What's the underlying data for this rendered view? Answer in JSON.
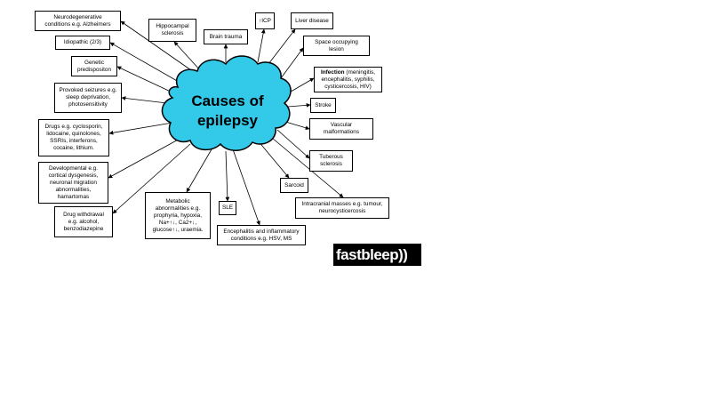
{
  "title_lines": [
    "Causes of",
    "epilepsy"
  ],
  "colors": {
    "cloud_fill": "#33c9e9",
    "cloud_stroke": "#000000",
    "arrow": "#000000"
  },
  "logo": {
    "text": "fastbleep))"
  },
  "causes": [
    {
      "id": "neuro",
      "lines": [
        "Neurodegenerative",
        "conditions e.g. Alzheimers"
      ]
    },
    {
      "id": "idio",
      "lines": [
        "Idiopathic (2/3)"
      ]
    },
    {
      "id": "genetic",
      "lines": [
        "Genetic",
        "predispositon"
      ]
    },
    {
      "id": "provoked",
      "lines": [
        "Provoked seizures e.g.",
        "sleep deprivation,",
        "photosensitivity"
      ]
    },
    {
      "id": "drugs",
      "lines": [
        "Drugs e.g. cyclosporin,",
        "lidocaine, quinolones,",
        "SSRIs, interferons,",
        "cocaine, lithium."
      ]
    },
    {
      "id": "dev",
      "lines": [
        "Developmental e.g.",
        "cortical dysgenesis,",
        "neuronal migration",
        "abnormalities,",
        "hamartomas"
      ]
    },
    {
      "id": "withdrawal",
      "lines": [
        "Drug withdrawal",
        "e.g. alcohol,",
        "benzodiazepine"
      ]
    },
    {
      "id": "metabolic",
      "lines": [
        "Metabolic",
        "abnormalities e.g.",
        "prophyria, hypoxia,",
        "Na+↑↓, Ca2+↓,",
        "glucose↑↓, uraemia."
      ]
    },
    {
      "id": "sle",
      "lines": [
        "SLE"
      ]
    },
    {
      "id": "enceph",
      "lines": [
        "Encephalitis and inflammatory",
        "conditions e.g. HSV, MS"
      ]
    },
    {
      "id": "hippo",
      "lines": [
        "Hippocampal",
        "sclerosis"
      ]
    },
    {
      "id": "trauma",
      "lines": [
        "Brain trauma"
      ]
    },
    {
      "id": "icp",
      "lines": [
        "↑ICP"
      ]
    },
    {
      "id": "liver",
      "lines": [
        "Liver disease"
      ]
    },
    {
      "id": "sol",
      "lines": [
        "Space occupying",
        "lesion"
      ]
    },
    {
      "id": "infection",
      "bold_prefix": "Infection",
      "lines": [
        " (meningitis,",
        "encephalitis, syphilis,",
        "cysticercosis, HIV)"
      ]
    },
    {
      "id": "stroke",
      "lines": [
        "Stroke"
      ]
    },
    {
      "id": "vascular",
      "lines": [
        "Vascular",
        "malformations"
      ]
    },
    {
      "id": "tuberous",
      "lines": [
        "Tuberous",
        "sclerosis"
      ]
    },
    {
      "id": "sarcoid",
      "lines": [
        "Sarcoid"
      ]
    },
    {
      "id": "intracranial",
      "lines": [
        "Intracranial masses e.g. tumour,",
        "neurocysticercosis"
      ]
    }
  ]
}
